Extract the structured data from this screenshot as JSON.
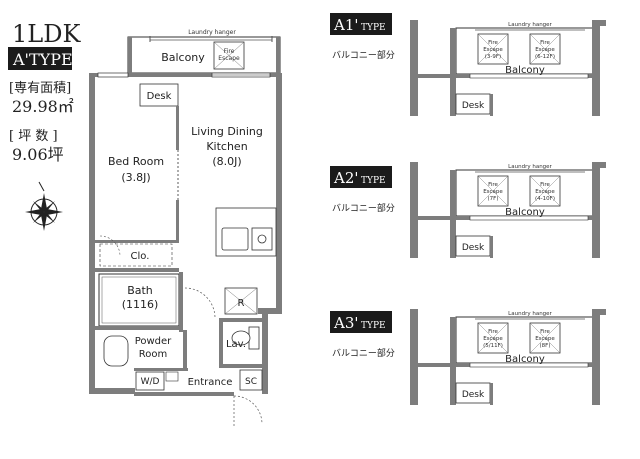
{
  "unit": {
    "layout": "1LDK",
    "type": "A'TYPE",
    "area_label": "[専有面積]",
    "area_value": "29.98㎡",
    "tsubo_label": "[ 坪 数 ]",
    "tsubo_value": "9.06坪"
  },
  "main_plan": {
    "laundry": "Laundry hanger",
    "balcony": "Balcony",
    "fire_escape": [
      "Fire",
      "Escape"
    ],
    "desk": "Desk",
    "ldk": [
      "Living Dining",
      "Kitchen",
      "(8.0J)"
    ],
    "bedroom": [
      "Bed Room",
      "(3.8J)"
    ],
    "closet": "Clo.",
    "bath": [
      "Bath",
      "(1116)"
    ],
    "fridge": "R",
    "powder": [
      "Powder",
      "Room"
    ],
    "lav": "Lav.",
    "wd": "W/D",
    "entrance": "Entrance",
    "sc": "SC"
  },
  "variants": [
    {
      "title_main": "A1'",
      "title_suffix": "TYPE",
      "caption": "バルコニー部分",
      "laundry": "Laundry hanger",
      "escapes": [
        {
          "lines": [
            "Fire",
            "Escape",
            "(3-9F)"
          ]
        },
        {
          "lines": [
            "Fire",
            "Escape",
            "(6-12F)"
          ]
        }
      ],
      "balcony": "Balcony",
      "desk": "Desk"
    },
    {
      "title_main": "A2'",
      "title_suffix": "TYPE",
      "caption": "バルコニー部分",
      "laundry": "Laundry hanger",
      "escapes": [
        {
          "lines": [
            "Fire",
            "Escape",
            "(7F)"
          ]
        },
        {
          "lines": [
            "Fire",
            "Escape",
            "(4-10F)"
          ]
        }
      ],
      "balcony": "Balcony",
      "desk": "Desk"
    },
    {
      "title_main": "A3'",
      "title_suffix": "TYPE",
      "caption": "バルコニー部分",
      "laundry": "Laundry hanger",
      "escapes": [
        {
          "lines": [
            "Fire",
            "Escape",
            "(5/11F)"
          ]
        },
        {
          "lines": [
            "Fire",
            "Escape",
            "(8F)"
          ]
        }
      ],
      "balcony": "Balcony",
      "desk": "Desk"
    }
  ]
}
